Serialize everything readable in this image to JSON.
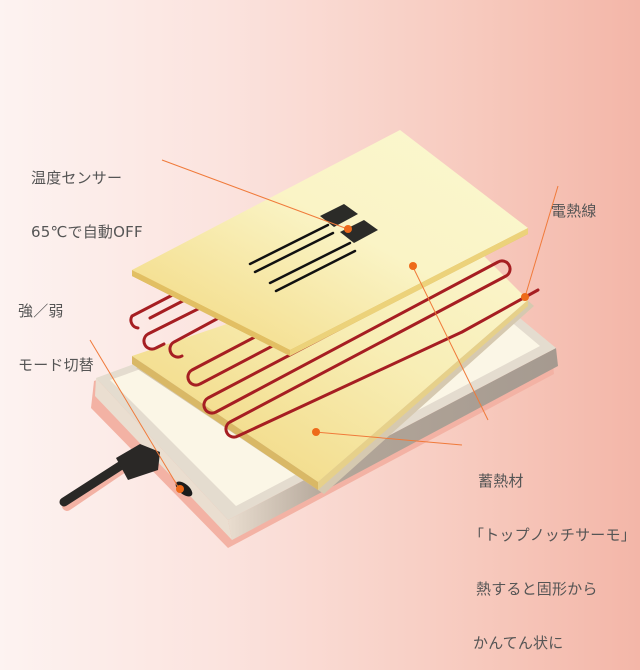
{
  "labels": {
    "sensor": {
      "line1": "温度センサー",
      "line2": "65℃で自動OFF"
    },
    "mode": {
      "line1": "強／弱",
      "line2": "モード切替"
    },
    "heater_wire": {
      "line1": "電熱線"
    },
    "heat_storage": {
      "line1": "蓄熱材",
      "line2": "「トップノッチサーモ」",
      "line3": "熱すると固形から",
      "line4": "かんてん状に"
    }
  },
  "colors": {
    "leader": "#f07a3a",
    "dot": "#ee6a1a",
    "wire": "#a61e22",
    "plate": "#f7e9a6",
    "text": "#555555"
  }
}
